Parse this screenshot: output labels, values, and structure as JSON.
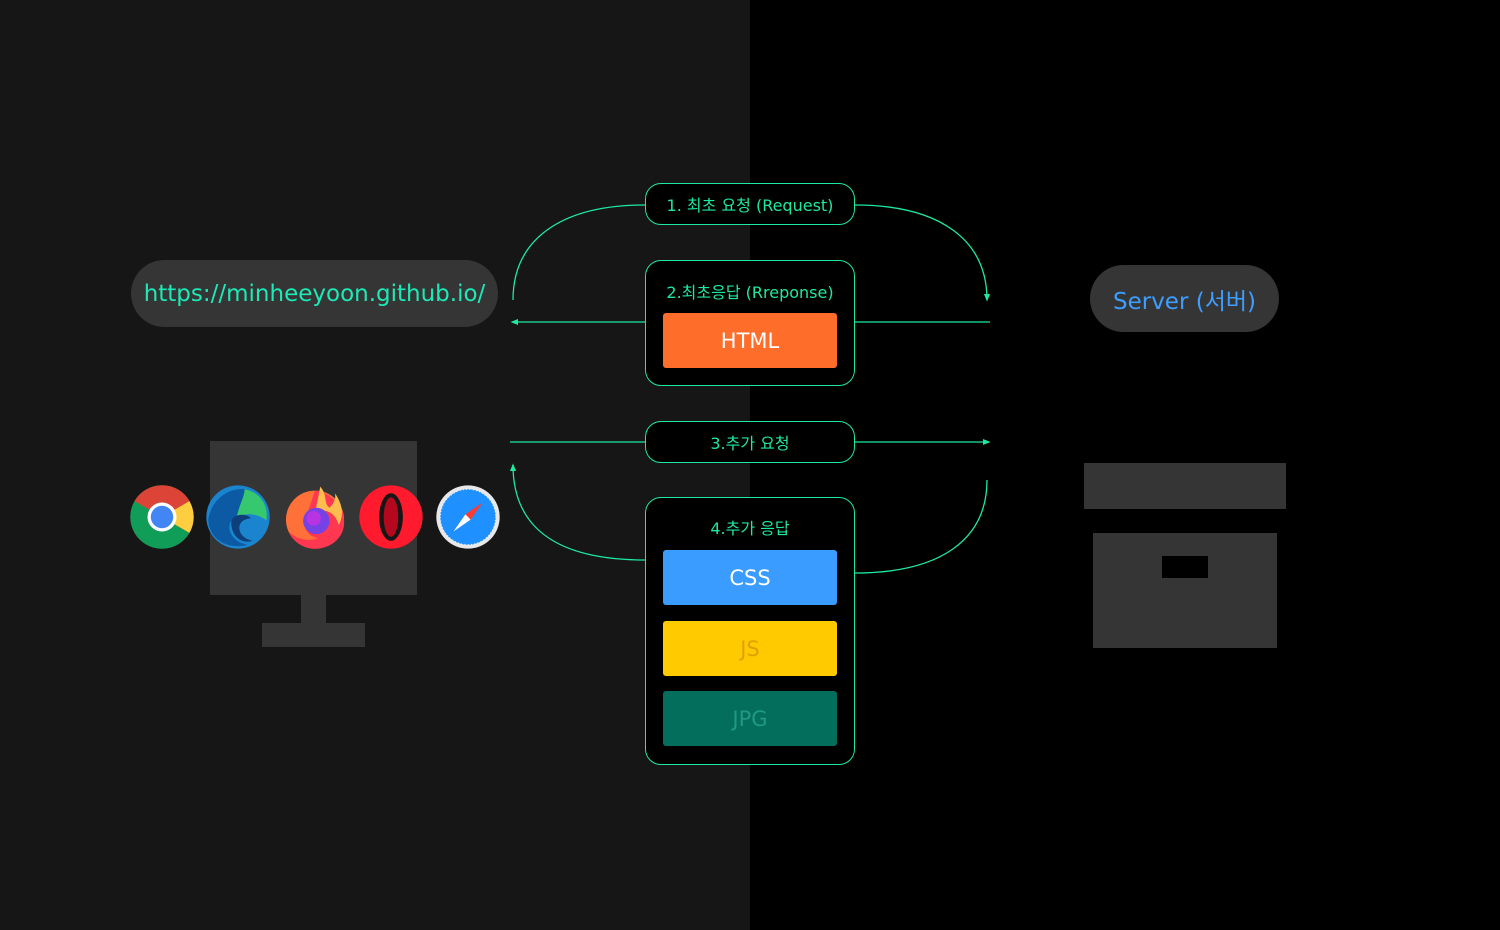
{
  "client": {
    "url": "https://minheeyoon.github.io/"
  },
  "server": {
    "label": "Server (서버)"
  },
  "browsers": [
    "chrome-icon",
    "edge-icon",
    "firefox-icon",
    "opera-icon",
    "safari-icon"
  ],
  "steps": {
    "request": "1. 최초 요청 (Request)",
    "response": {
      "title": "2.최초응답 (Rreponse)",
      "files": [
        {
          "label": "HTML",
          "color": "#ff6d2b",
          "text_color": "#ffffff"
        }
      ]
    },
    "extra_request": "3.추가 요청",
    "extra_response": {
      "title": "4.추가 응답",
      "files": [
        {
          "label": "CSS",
          "color": "#3a9cff",
          "text_color": "#ffffff"
        },
        {
          "label": "JS",
          "color": "#ffcb00",
          "text_color": "#e0a000"
        },
        {
          "label": "JPG",
          "color": "#036e5c",
          "text_color": "#1f9a80"
        }
      ]
    }
  },
  "colors": {
    "accent": "#1de9a0",
    "left_bg": "#161616",
    "right_bg": "#000000",
    "shape": "#353535"
  }
}
